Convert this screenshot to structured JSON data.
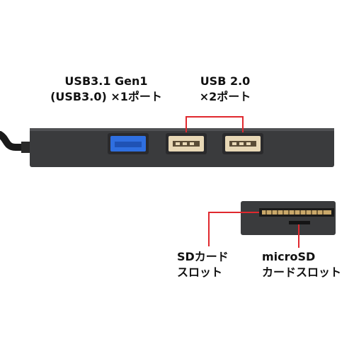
{
  "labels": {
    "usb31_line1": "USB3.1 Gen1",
    "usb31_line2": "(USB3.0) ×1ポート",
    "usb20_line1": "USB 2.0",
    "usb20_line2": "×2ポート",
    "sd_line1": "SDカード",
    "sd_line2": "スロット",
    "microsd_line1": "microSD",
    "microsd_line2": "カードスロット"
  },
  "colors": {
    "hub_body": "#3a3b3d",
    "usb3_blue": "#2f6fe0",
    "usb2_tan": "#e8d8b6",
    "callout_red": "#e0282e",
    "cable": "#1a1a1a"
  }
}
